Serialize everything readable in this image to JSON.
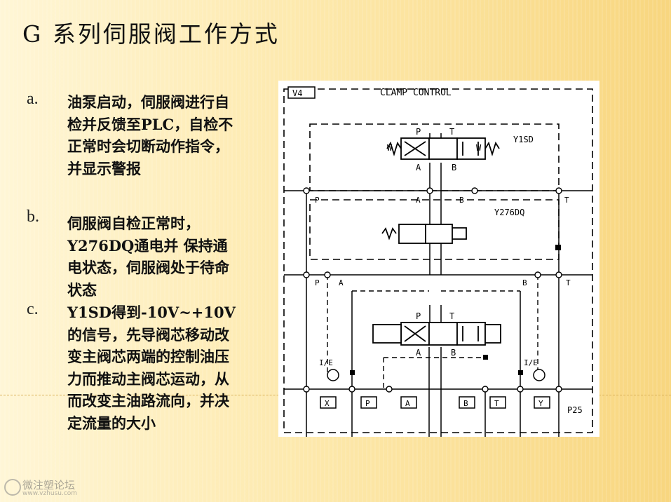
{
  "slide": {
    "title": "G 系列伺服阀工作方式",
    "items": [
      {
        "marker": "a.",
        "text": "油泵启动，伺服阀进行自检并反馈至PLC，自检不正常时会切断动作指令，并显示警报"
      },
      {
        "marker": "b.",
        "text": "伺服阀自检正常时，Y276DQ通电并 保持通电状态，伺服阀处于待命状态"
      },
      {
        "marker": "c.",
        "text": "Y1SD得到-10V~+10V的信号，先导阀芯移动改变主阀芯两端的控制油压力而推动主阀芯运动，从而改变主油路流向，并决定流量的大小"
      }
    ]
  },
  "diagram": {
    "tag": "V4",
    "heading": "CLAMP CONTROL",
    "valve1": "Y1SD",
    "valve2": "Y276DQ",
    "port_p": "P",
    "port_t": "T",
    "port_a": "A",
    "port_b": "B",
    "ie_left": "I/E",
    "ie_right": "I/E",
    "ports": [
      "X",
      "P",
      "A",
      "B",
      "T",
      "Y"
    ],
    "p25": "P25"
  },
  "watermark": {
    "text": "微注塑论坛",
    "url": "www.vzhusu.com"
  }
}
